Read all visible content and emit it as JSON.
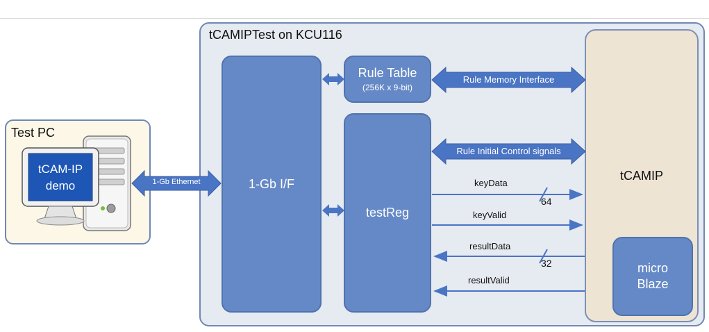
{
  "test_pc": {
    "title": "Test PC",
    "screen_line1": "tCAM-IP",
    "screen_line2": "demo"
  },
  "ethernet_label": "1-Gb Ethernet",
  "board": {
    "title": "tCAMIPTest on KCU116",
    "gb_if": "1-Gb I/F",
    "rule_table": "Rule Table",
    "rule_table_size": "(256K x 9-bit)",
    "test_reg": "testReg",
    "tcamip": "tCAMIP",
    "micro_line1": "micro",
    "micro_line2": "Blaze"
  },
  "interfaces": {
    "rule_memory": "Rule Memory Interface",
    "rule_control": "Rule Initial Control signals"
  },
  "signals": {
    "key_data": "keyData",
    "key_data_width": "64",
    "key_valid": "keyValid",
    "result_data": "resultData",
    "result_data_width": "32",
    "result_valid": "resultValid"
  },
  "colors": {
    "block_blue": "#6589c6",
    "arrow_blue": "#4a74c4",
    "container_fill": "#e6eaf1",
    "tcamip_fill": "#ede4d4",
    "pc_fill": "#fcf7e7"
  }
}
